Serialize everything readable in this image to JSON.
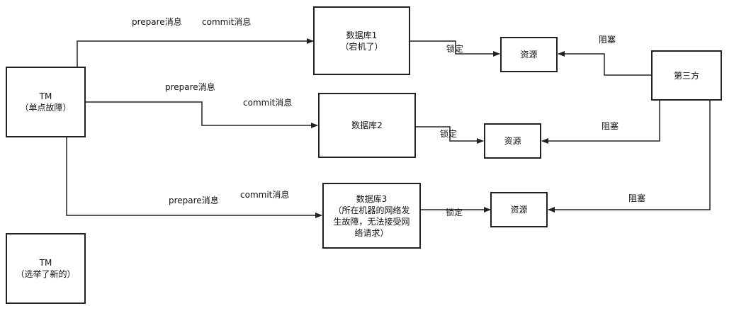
{
  "nodes": {
    "tm_main": {
      "title": "TM",
      "subtitle": "（单点故障）"
    },
    "tm_new": {
      "title": "TM",
      "subtitle": "（选举了新的）"
    },
    "db1": {
      "title": "数据库1",
      "subtitle": "（宕机了）"
    },
    "db2": {
      "title": "数据库2"
    },
    "db3": {
      "lines": [
        "数据库3",
        "（所在机器的网络发",
        "生故障，无法接受网",
        "络请求）"
      ]
    },
    "res1": {
      "title": "资源"
    },
    "res2": {
      "title": "资源"
    },
    "res3": {
      "title": "资源"
    },
    "third_party": {
      "title": "第三方"
    }
  },
  "edge_labels": {
    "prepare_1": "prepare消息",
    "commit_1": "commit消息",
    "prepare_2": "prepare消息",
    "commit_2": "commit消息",
    "prepare_3": "prepare消息",
    "commit_3": "commit消息",
    "lock_1": "锁定",
    "lock_2": "锁定",
    "lock_3": "锁定",
    "block_1": "阻塞",
    "block_2": "阻塞",
    "block_3": "阻塞"
  },
  "colors": {
    "line": "#222222",
    "background": "#ffffff"
  }
}
